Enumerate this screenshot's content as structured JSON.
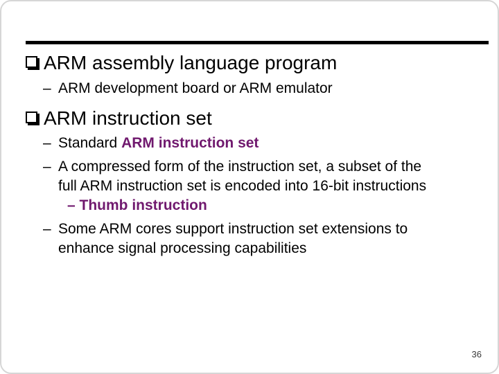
{
  "slide": {
    "page_number": "36",
    "colors": {
      "accent": "#70196E",
      "text": "#000000",
      "rule": "#000000",
      "border": "#d6d6d6",
      "page_number": "#3a3a3a"
    },
    "blocks": [
      {
        "kind": "bullet1",
        "marker": "shadowed-square",
        "runs": [
          {
            "text": "ARM assembly language program"
          }
        ]
      },
      {
        "kind": "bullet2",
        "marker": "dash",
        "runs": [
          {
            "text": "ARM development board or ARM emulator"
          }
        ]
      },
      {
        "kind": "bullet1",
        "marker": "shadowed-square",
        "runs": [
          {
            "text": "ARM instruction set"
          }
        ]
      },
      {
        "kind": "bullet2",
        "marker": "dash",
        "runs": [
          {
            "text": "Standard "
          },
          {
            "text": "ARM instruction set",
            "accent": true
          }
        ]
      },
      {
        "kind": "bullet2",
        "marker": "dash",
        "runs": [
          {
            "text": "A compressed form of the instruction set, a subset of the\nfull ARM instruction set is encoded into 16-bit instructions"
          }
        ]
      },
      {
        "kind": "bullet3",
        "marker": "none",
        "runs": [
          {
            "text": "– Thumb instruction",
            "accent": true
          }
        ]
      },
      {
        "kind": "bullet2",
        "marker": "dash",
        "runs": [
          {
            "text": "Some ARM cores support instruction set extensions to\nenhance signal processing capabilities"
          }
        ]
      }
    ]
  }
}
